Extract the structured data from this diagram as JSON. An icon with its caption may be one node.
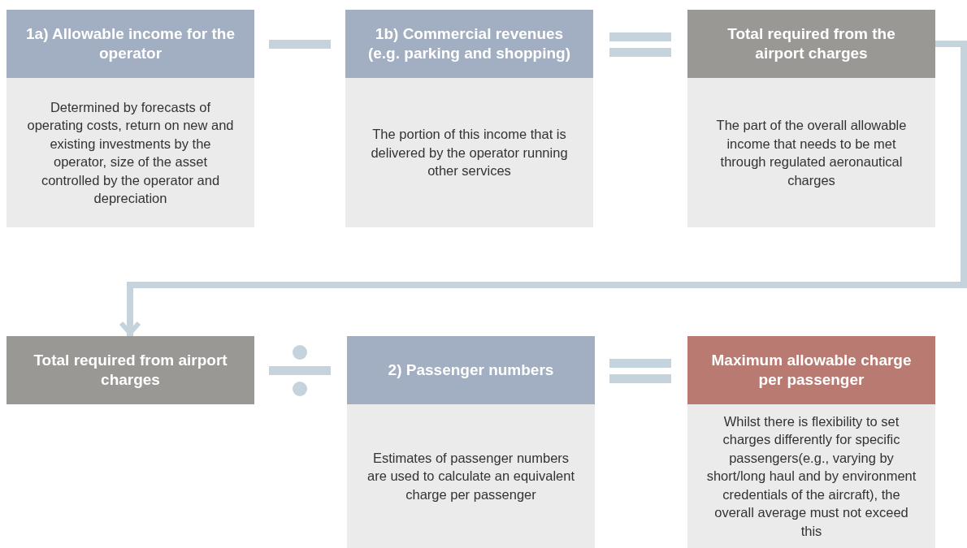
{
  "diagram": {
    "nodes": [
      {
        "text": [
          "1a) Allowable income for the operator",
          "Determined by forecasts of operating costs, return on new and existing investments by the operator, size of the asset controlled by the operator and depreciation"
        ]
      },
      {
        "text": [
          "1b) Commercial revenues (e.g. parking and shopping)",
          "The portion of this income that is delivered by the operator running other services"
        ]
      },
      {
        "text": [
          "Total required from the airport charges",
          "The part of the overall allowable income that needs to be met through regulated aeronautical charges"
        ]
      },
      {
        "text": [
          "Total required from airport charges"
        ]
      },
      {
        "text": [
          "2) Passenger numbers",
          "Estimates of passenger numbers are used to calculate an equivalent charge per passenger"
        ]
      },
      {
        "text": [
          "Maximum allowable charge per passenger",
          "Whilst there is flexibility to set charges differently for specific passengers(e.g., varying by short/long haul and by environment credentials of the aircraft), the overall average must not exceed this"
        ]
      }
    ],
    "edges": [
      {
        "from": 2,
        "to": 3,
        "arrow": "to"
      }
    ]
  }
}
